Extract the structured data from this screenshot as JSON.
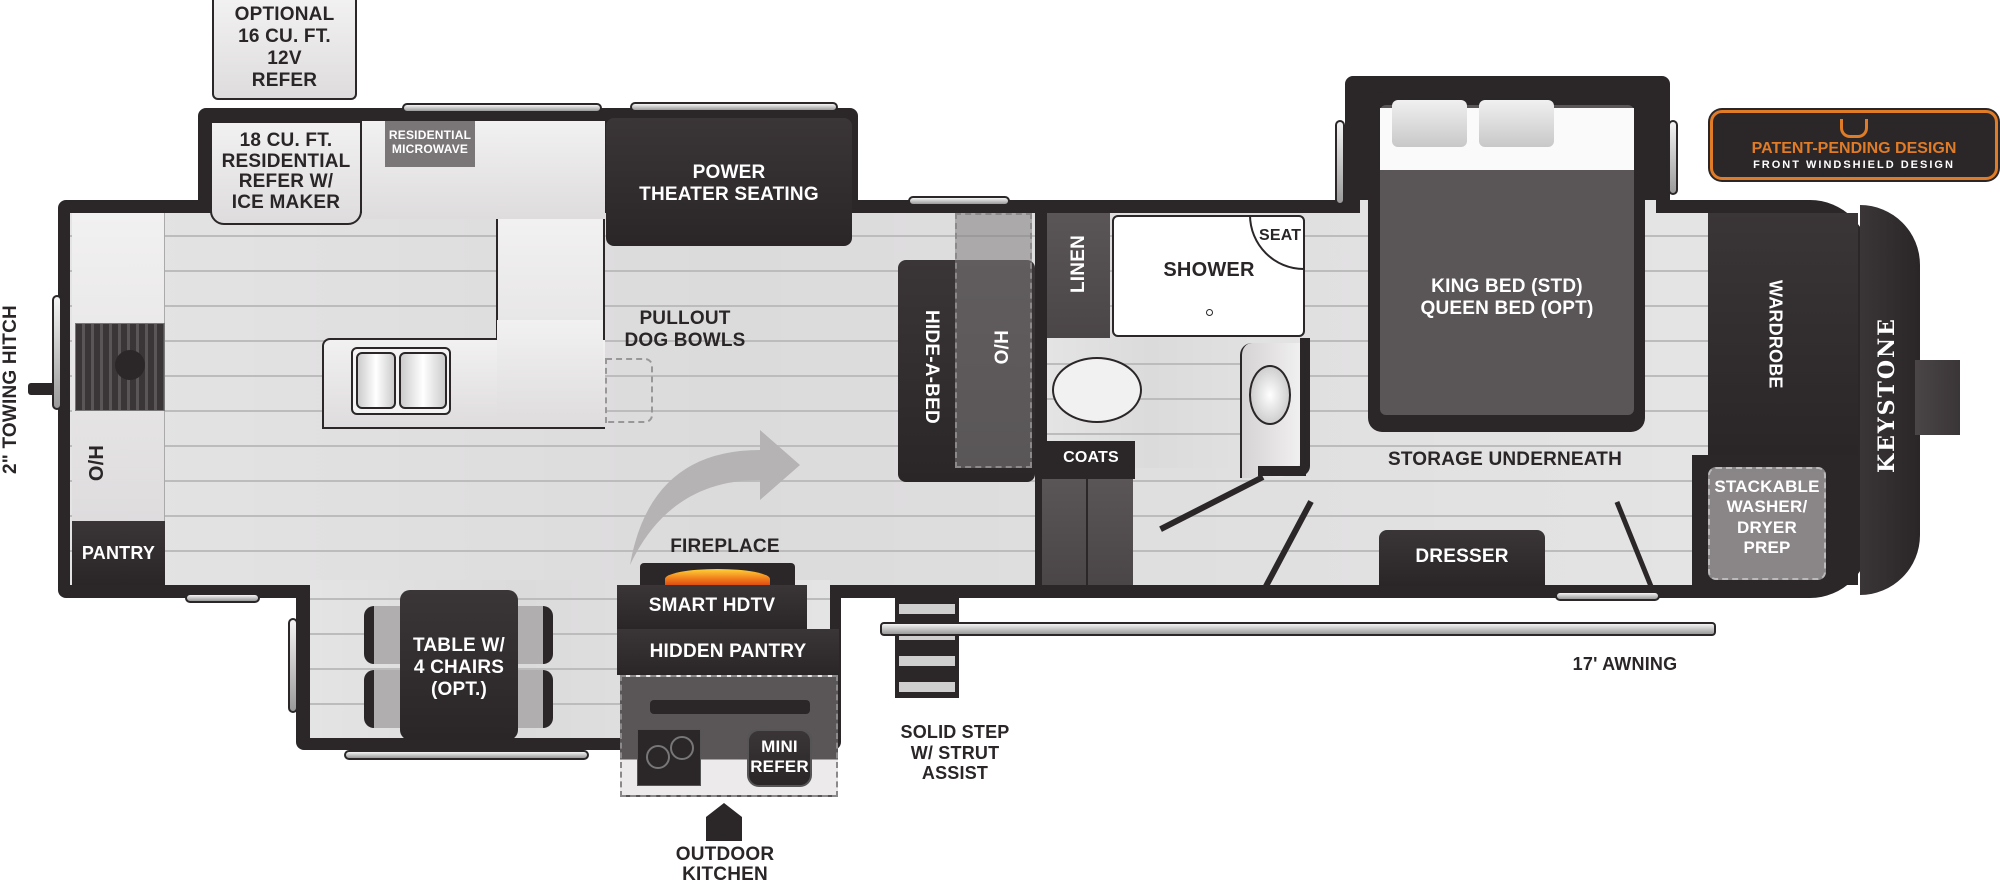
{
  "brand": {
    "name": "KEYSTONE",
    "badge_title": "PATENT-PENDING DESIGN",
    "badge_subtitle": "FRONT WINDSHIELD DESIGN",
    "badge_accent_color": "#e07b27",
    "badge_bg_color": "#2b2729"
  },
  "exterior": {
    "hitch": "2\" TOWING HITCH",
    "optional_refer": [
      "OPTIONAL",
      "16 CU. FT.",
      "12V",
      "REFER"
    ],
    "awning": "17' AWNING",
    "step": [
      "SOLID STEP",
      "W/ STRUT ASSIST"
    ],
    "outdoor_kitchen": [
      "OUTDOOR",
      "KITCHEN"
    ],
    "mini_refer": [
      "MINI",
      "REFER"
    ]
  },
  "kitchen": {
    "refer": [
      "18 CU. FT.",
      "RESIDENTIAL",
      "REFER W/",
      "ICE MAKER"
    ],
    "microwave": [
      "RESIDENTIAL",
      "MICROWAVE"
    ],
    "overhead": "O/H",
    "pantry": "PANTRY",
    "dog_bowls": [
      "PULLOUT",
      "DOG BOWLS"
    ]
  },
  "living": {
    "theater_seating": [
      "POWER",
      "THEATER SEATING"
    ],
    "fireplace": "FIREPLACE",
    "tv": "SMART HDTV",
    "hidden_pantry": "HIDDEN PANTRY",
    "table": [
      "TABLE W/",
      "4 CHAIRS",
      "(OPT.)"
    ],
    "hide_a_bed": "HIDE-A-BED",
    "overhead": "O/H"
  },
  "bath": {
    "linen": "LINEN",
    "shower": "SHOWER",
    "seat": "SEAT",
    "coats": "COATS"
  },
  "bedroom": {
    "bed": [
      "KING BED (STD)",
      "QUEEN BED (OPT)"
    ],
    "storage": "STORAGE UNDERNEATH",
    "dresser": "DRESSER",
    "wardrobe": "WARDROBE",
    "washer_dryer": [
      "STACKABLE",
      "WASHER/",
      "DRYER",
      "PREP"
    ]
  }
}
